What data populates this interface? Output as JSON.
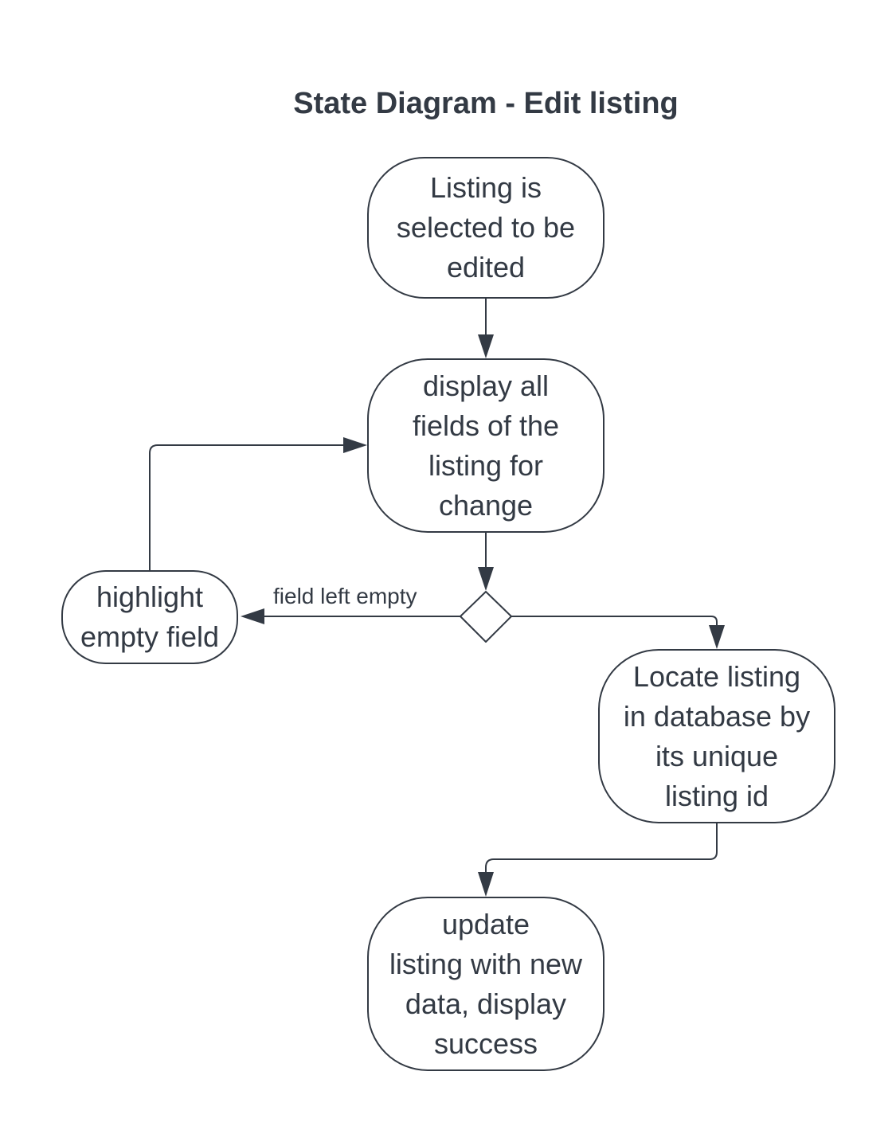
{
  "diagram": {
    "title": "State Diagram - Edit listing",
    "states": [
      {
        "id": "selected",
        "label": "Listing is\nselected to be\nedited"
      },
      {
        "id": "display",
        "label": "display all\nfields of the\nlisting for\nchange"
      },
      {
        "id": "highlight",
        "label": "highlight\nempty field"
      },
      {
        "id": "locate",
        "label": "Locate listing\nin database by\nits unique\nlisting id"
      },
      {
        "id": "update",
        "label": "update\nlisting with new\ndata, display\nsuccess"
      }
    ],
    "transitions": [
      {
        "from": "selected",
        "to": "display",
        "label": ""
      },
      {
        "from": "display",
        "to": "decision",
        "label": ""
      },
      {
        "from": "decision",
        "to": "highlight",
        "label": "field left empty"
      },
      {
        "from": "decision",
        "to": "locate",
        "label": ""
      },
      {
        "from": "highlight",
        "to": "display",
        "label": ""
      },
      {
        "from": "locate",
        "to": "update",
        "label": ""
      }
    ],
    "colors": {
      "stroke": "#333a44",
      "text": "#333a44",
      "background": "#ffffff"
    }
  }
}
